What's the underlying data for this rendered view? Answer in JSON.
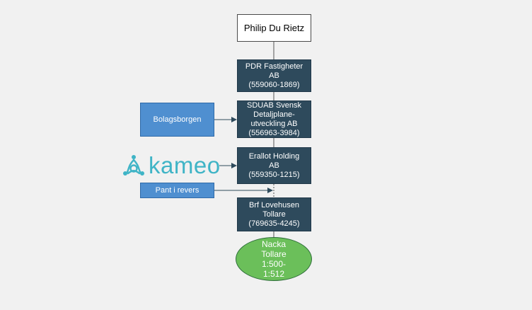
{
  "owner": {
    "name": "Philip Du Rietz"
  },
  "entities": [
    {
      "lines": [
        "PDR Fastigheter",
        "AB",
        "(559060-1869)"
      ]
    },
    {
      "lines": [
        "SDUAB Svensk",
        "Detaljplane-",
        "utveckling AB",
        "(556963-3984)"
      ]
    },
    {
      "lines": [
        "Erallot Holding",
        "AB",
        "(559350-1215)"
      ]
    },
    {
      "lines": [
        "Brf Lovehusen",
        "Tollare",
        "(769635-4245)"
      ]
    }
  ],
  "side_nodes": {
    "bolagsborgen": "Bolagsborgen",
    "pant": "Pant i revers"
  },
  "lender_logo": {
    "text": "kameo",
    "color": "#3fb4c6",
    "icon": "kameo-logo-icon"
  },
  "property": {
    "lines": [
      "Nacka",
      "Tollare",
      "1:500-",
      "1:512"
    ]
  },
  "colors": {
    "entity_fill": "#2e4a5c",
    "side_fill": "#4f8fd0",
    "property_fill": "#6bbf5a",
    "owner_fill": "#ffffff"
  }
}
